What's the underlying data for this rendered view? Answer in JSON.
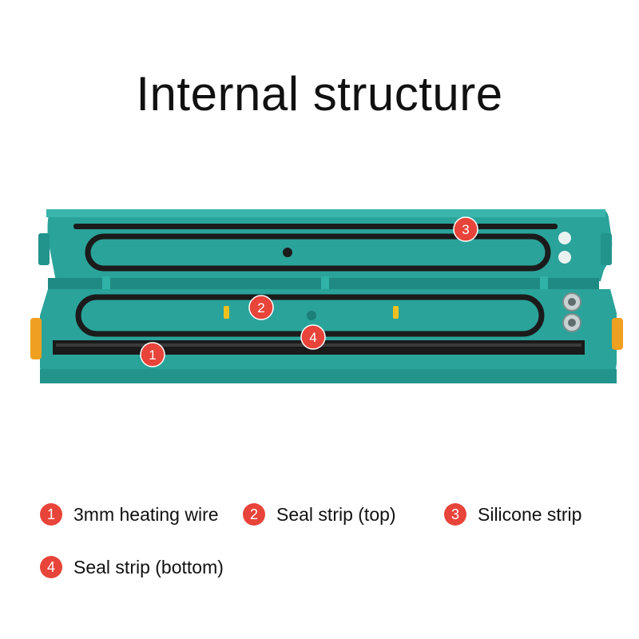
{
  "title": "Internal structure",
  "callouts": [
    "1",
    "2",
    "3",
    "4"
  ],
  "legend": [
    {
      "num": "1",
      "label": "3mm heating wire"
    },
    {
      "num": "2",
      "label": "Seal strip (top)"
    },
    {
      "num": "3",
      "label": "Silicone strip"
    },
    {
      "num": "4",
      "label": "Seal strip (bottom)"
    }
  ],
  "colors": {
    "device_body": "#2aa39a",
    "device_dark": "#1c7f78",
    "gasket": "#1b1b1b",
    "badge": "#e8443a",
    "latch": "#f0a020"
  }
}
